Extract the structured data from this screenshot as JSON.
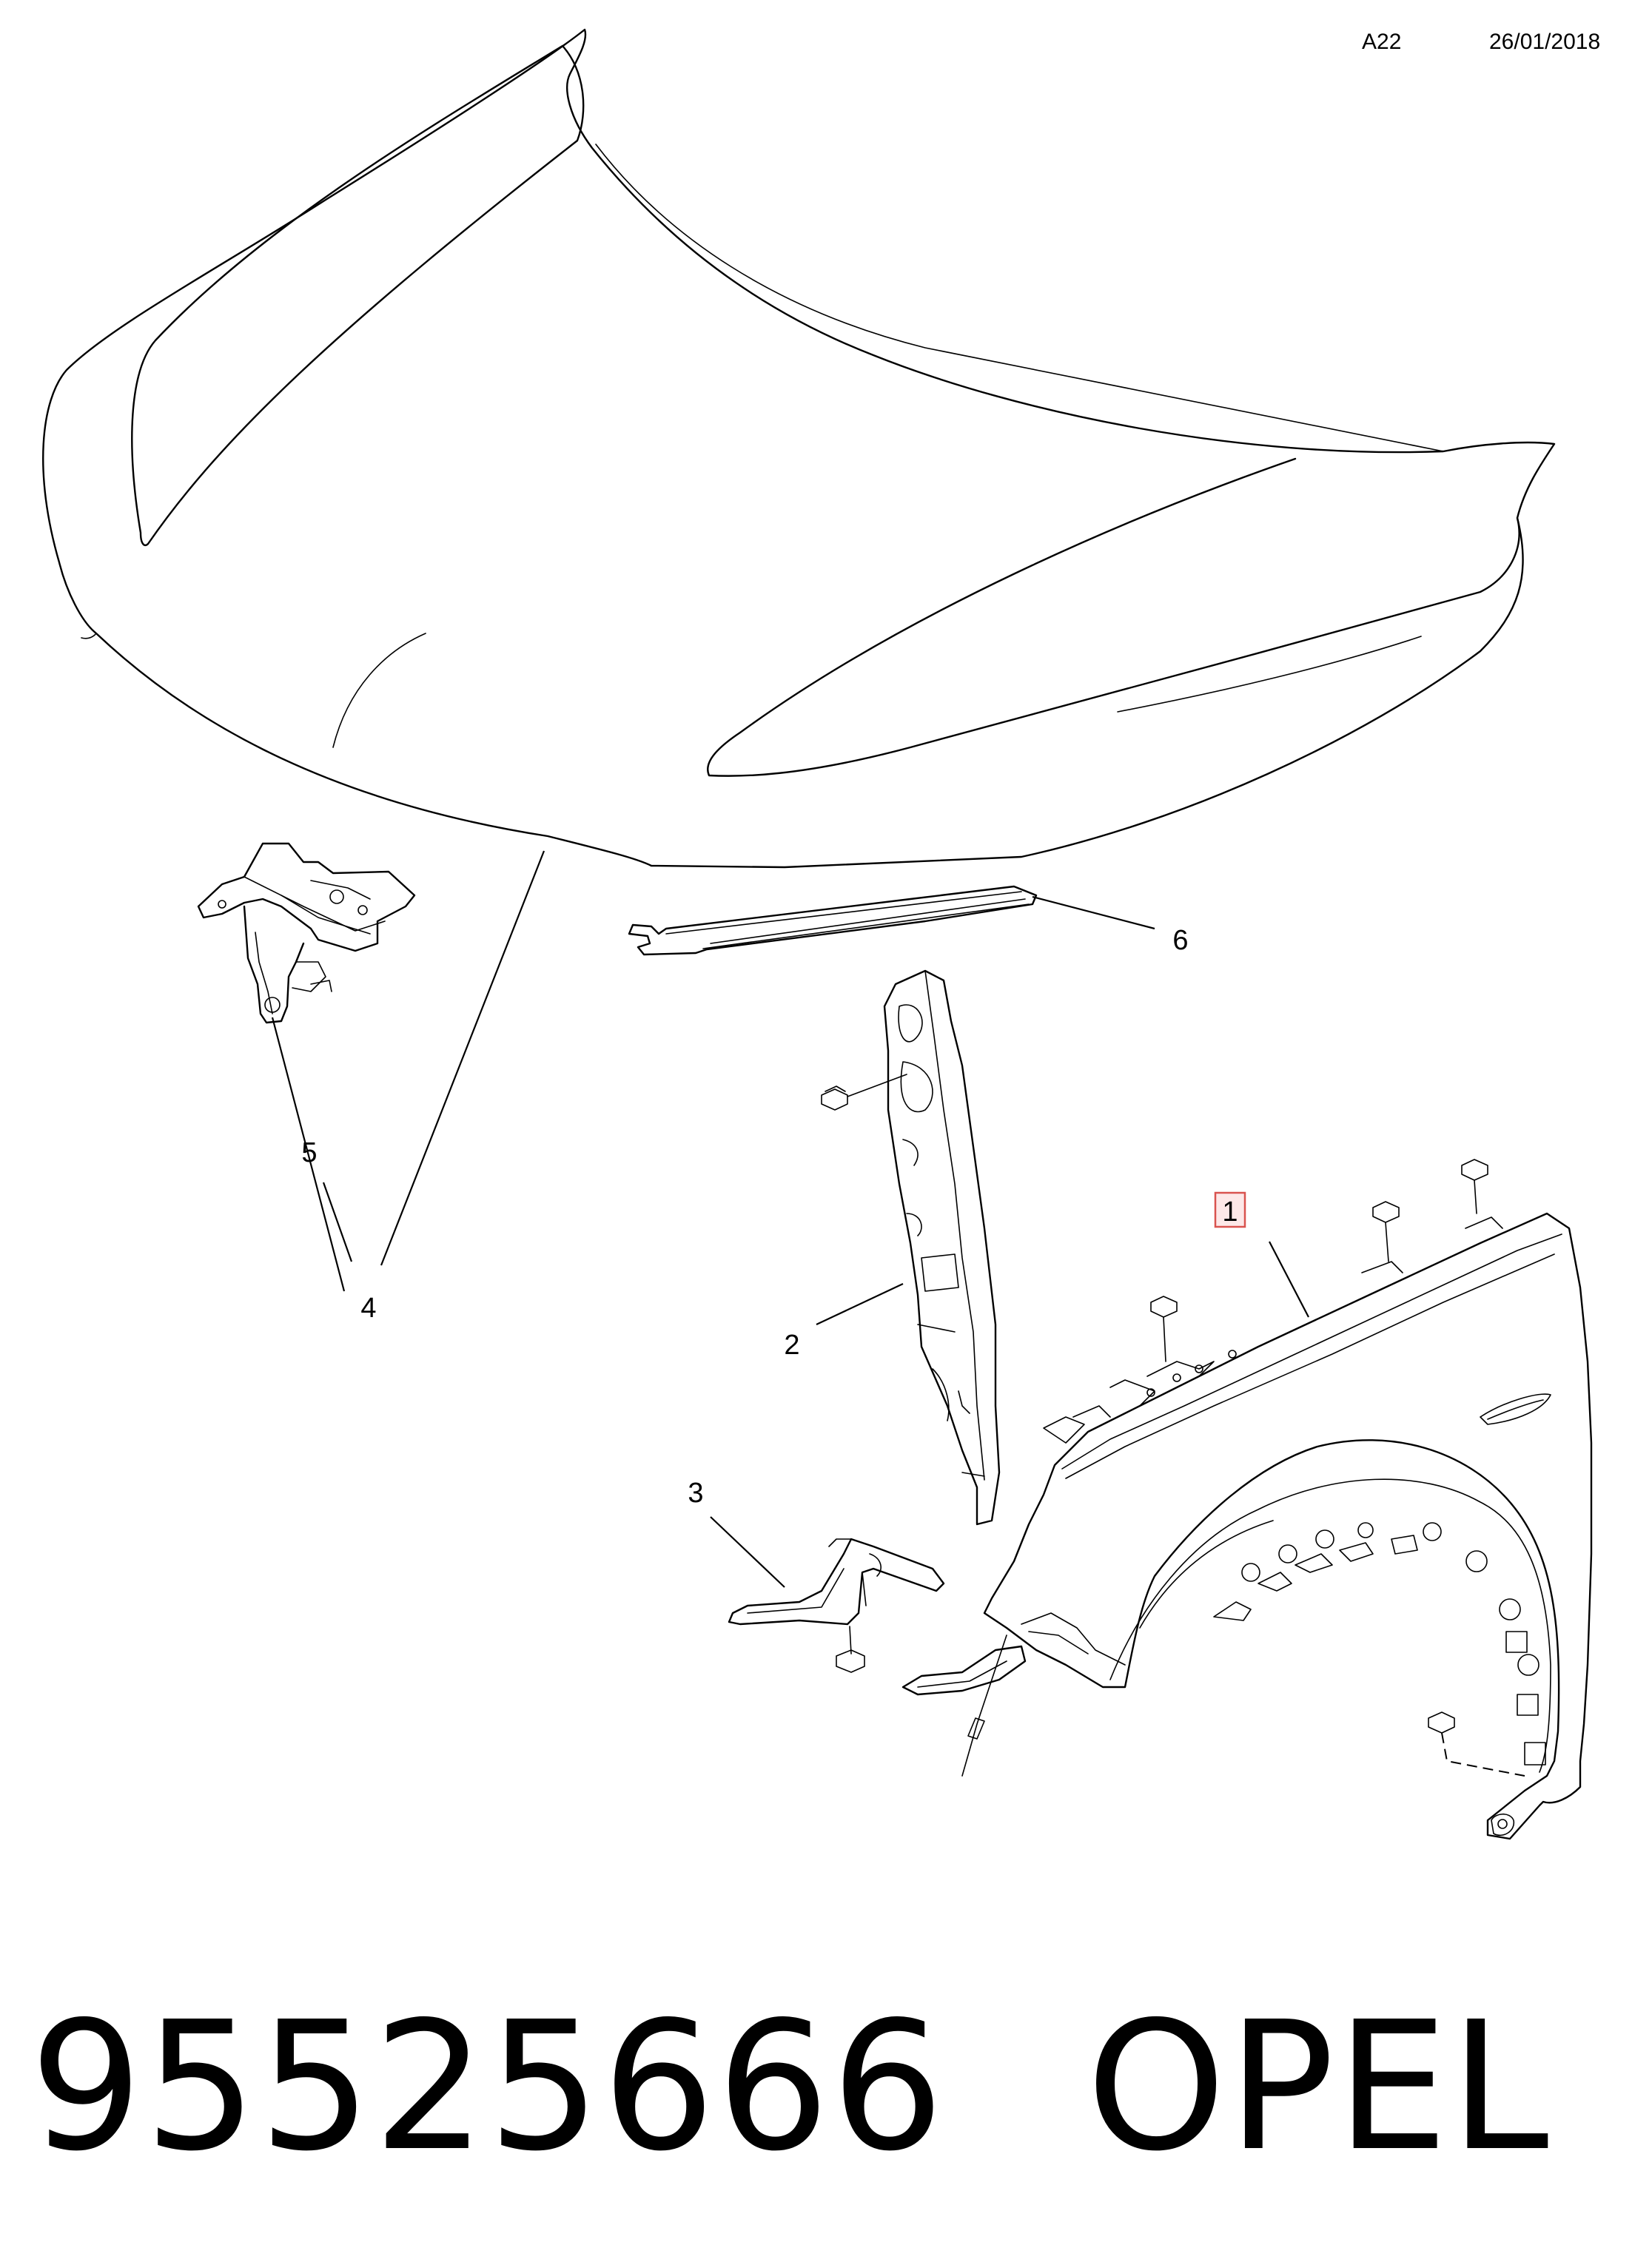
{
  "header": {
    "diagram_code": "A22",
    "date": "26/01/2018"
  },
  "callouts": {
    "c1": "1",
    "c2": "2",
    "c3": "3",
    "c4": "4",
    "c5": "5",
    "c6": "6"
  },
  "highlight_color": "#d9534f",
  "footer": {
    "part_number": "95525666",
    "brand": "OPEL"
  }
}
